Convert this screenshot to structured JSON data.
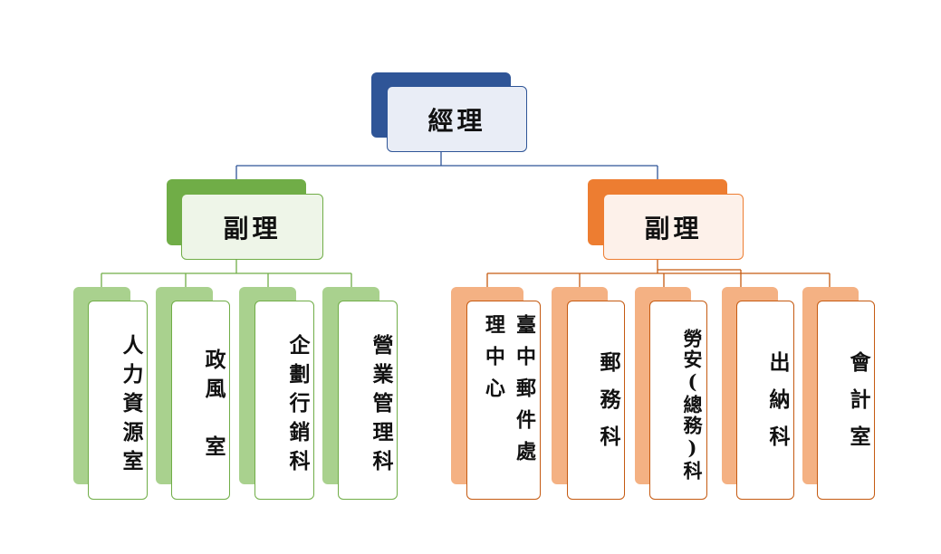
{
  "diagram": {
    "root": {
      "label": "經理"
    },
    "branches": [
      {
        "label": "副理",
        "units": [
          {
            "label": "人力資源室"
          },
          {
            "label": "政風　室"
          },
          {
            "label": "企劃行銷科"
          },
          {
            "label": "營業管理科"
          }
        ]
      },
      {
        "label": "副理",
        "units": [
          {
            "label": "臺中郵件處理中心"
          },
          {
            "label": "郵務科"
          },
          {
            "label": "勞安(總務)科"
          },
          {
            "label": "出納科"
          },
          {
            "label": "會計室"
          }
        ]
      }
    ]
  },
  "colors": {
    "root_dark": "#2f5597",
    "root_light": "#e9edf6",
    "left_dark": "#70ad47",
    "left_light": "#a9d18e",
    "right_dark": "#ed7d31",
    "right_light": "#f4b183"
  }
}
